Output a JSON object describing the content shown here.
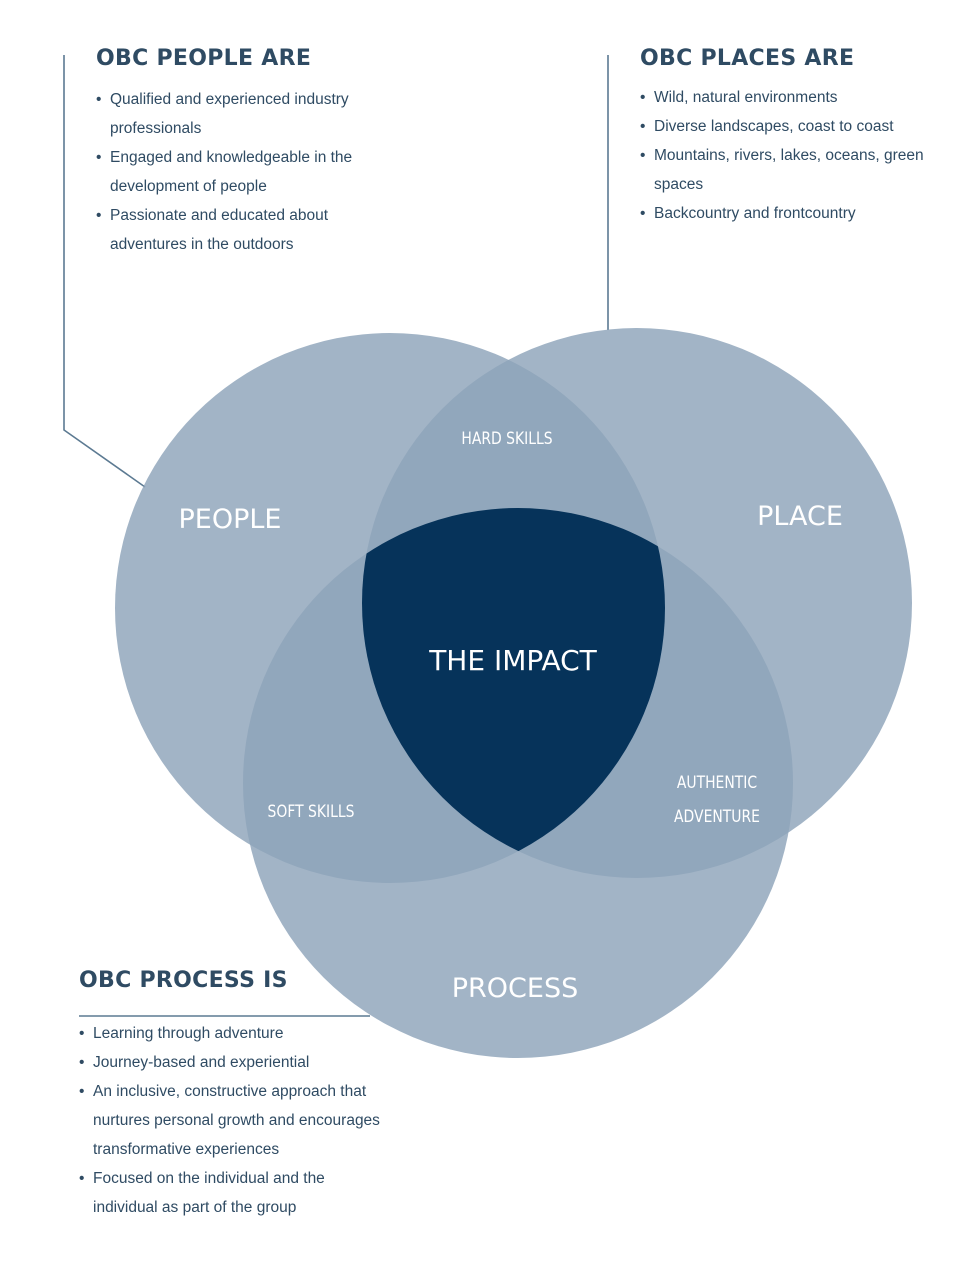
{
  "colors": {
    "circle": "#8da3b9",
    "circle_opacity": 0.82,
    "center": "#06335a",
    "heading": "#2f4b63",
    "body_text": "#2f4b63",
    "connector": "#5c7a92",
    "label": "#ffffff"
  },
  "people_panel": {
    "title": "OBC PEOPLE ARE",
    "items": [
      "Qualified and experienced industry professionals",
      "Engaged and knowledgeable in the development of people",
      "Passionate and educated about adventures in the outdoors"
    ]
  },
  "places_panel": {
    "title": "OBC PLACES ARE",
    "items": [
      "Wild, natural environments",
      "Diverse landscapes, coast to coast",
      "Mountains, rivers, lakes, oceans, green spaces",
      "Backcountry and frontcountry"
    ]
  },
  "process_panel": {
    "title": "OBC PROCESS IS",
    "items": [
      "Learning through adventure",
      "Journey-based and experiential",
      "An inclusive, constructive approach that nurtures personal growth and encourages transformative experiences",
      "Focused on the individual and the individual as part of the group"
    ]
  },
  "venn": {
    "people_label": "PEOPLE",
    "place_label": "PLACE",
    "process_label": "PROCESS",
    "center_label": "THE IMPACT",
    "people_place_label": "HARD SKILLS",
    "people_process_label": "SOFT SKILLS",
    "place_process_label_line1": "AUTHENTIC",
    "place_process_label_line2": "ADVENTURE"
  }
}
